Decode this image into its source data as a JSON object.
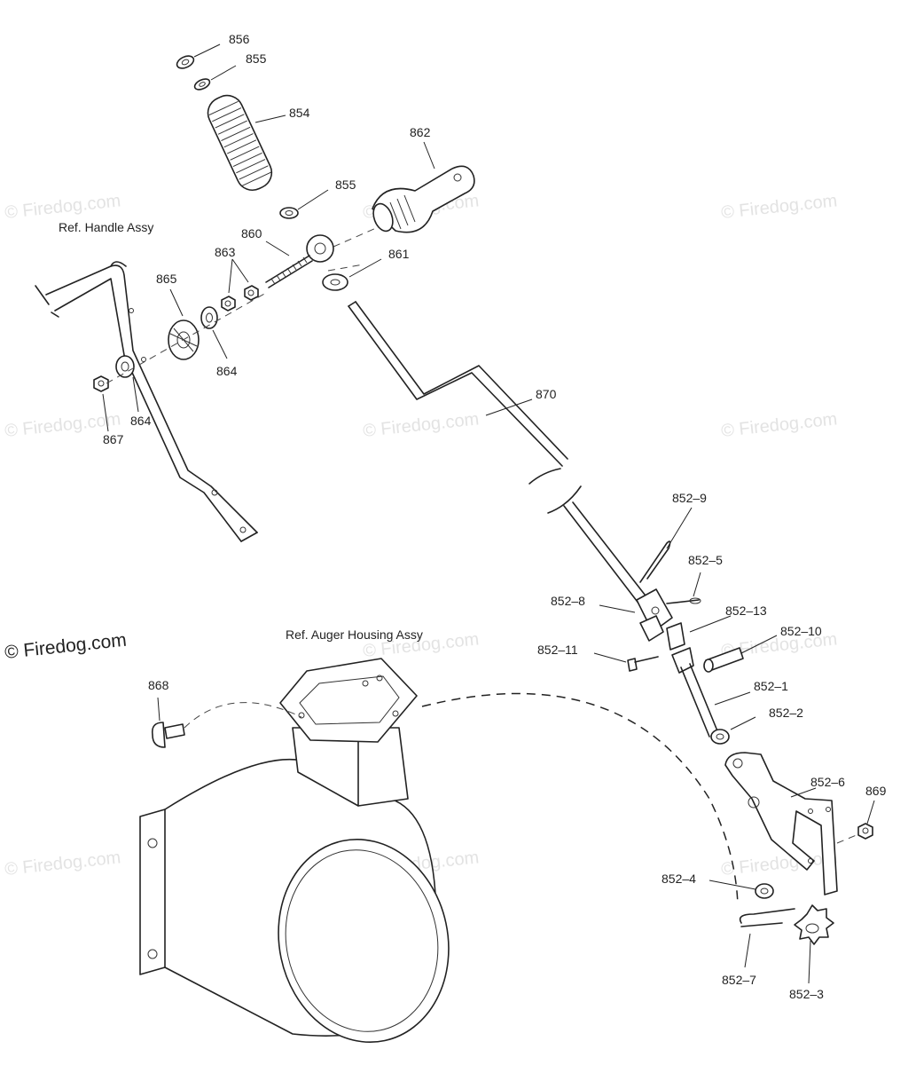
{
  "colors": {
    "line": "#222222",
    "watermark": "#e3e3e3",
    "background": "#ffffff"
  },
  "watermark": {
    "text": "© Firedog.com",
    "prominent_text": "© Firedog.com"
  },
  "references": {
    "handle": "Ref. Handle Assy",
    "auger_housing": "Ref. Auger Housing Assy"
  },
  "parts": [
    "856",
    "855",
    "854",
    "862",
    "855",
    "860",
    "861",
    "863",
    "865",
    "864",
    "864",
    "867",
    "870",
    "852–9",
    "852–5",
    "852–8",
    "852–13",
    "852–10",
    "852–11",
    "868",
    "852–1",
    "852–2",
    "852–6",
    "869",
    "852–4",
    "852–7",
    "852–3"
  ]
}
